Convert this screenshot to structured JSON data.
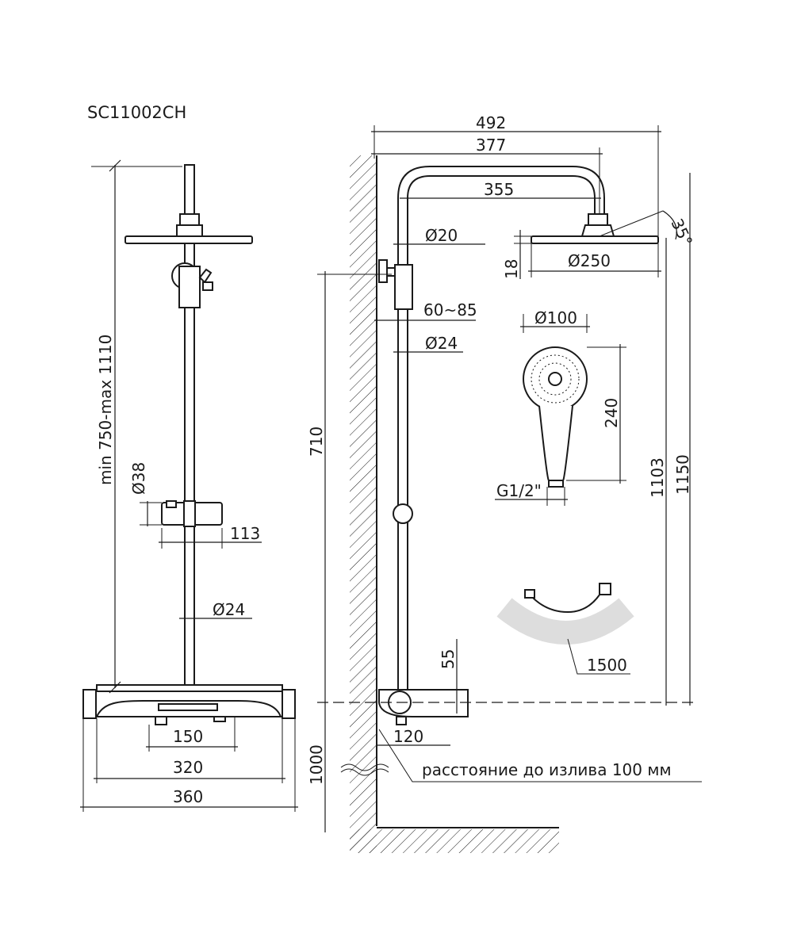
{
  "title": "SC11002CH",
  "front_view": {
    "height_range": "min 750-max 1110",
    "holder_diameter": "Ø38",
    "holder_width": "113",
    "rod_diameter": "Ø24",
    "outlet_spacing": "150",
    "mount_spacing": "320",
    "total_width": "360"
  },
  "side_view": {
    "total_depth": "492",
    "arm_reach": "377",
    "arm_length": "355",
    "angle": "35°",
    "arm_diameter": "Ø20",
    "head_thickness": "18",
    "head_diameter": "Ø250",
    "wall_offset": "60~85",
    "pipe_diameter": "Ø24",
    "bracket_height": "710",
    "total_height_a": "1103",
    "total_height_b": "1150",
    "mixer_height": "55",
    "mixer_depth": "120",
    "floor_height": "1000",
    "spout_note": "расстояние до излива 100 мм"
  },
  "hand_shower": {
    "diameter": "Ø100",
    "length": "240",
    "thread": "G1/2\""
  },
  "hose": {
    "length": "1500"
  }
}
